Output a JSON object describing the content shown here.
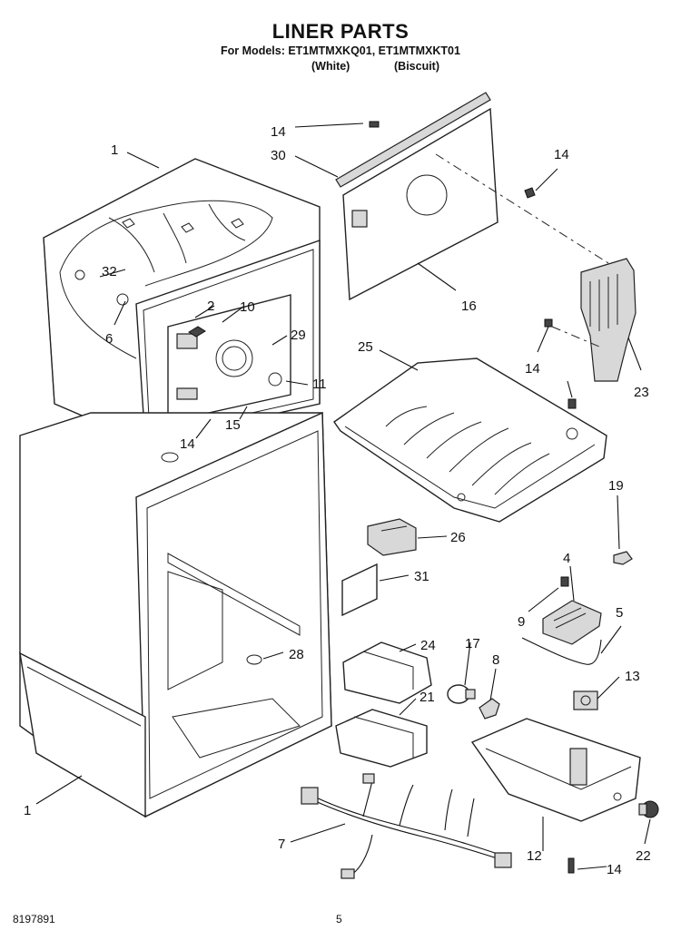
{
  "header": {
    "title": "LINER PARTS",
    "models": "For Models: ET1MTMXKQ01, ET1MTMXKT01",
    "color_white": "(White)",
    "color_biscuit": "(Biscuit)"
  },
  "footer": {
    "doc_number": "8197891",
    "page_number": "5"
  },
  "callouts": {
    "c1_top": "1",
    "c1_bottom": "1",
    "c2": "2",
    "c4": "4",
    "c5": "5",
    "c6": "6",
    "c7": "7",
    "c8": "8",
    "c9": "9",
    "c10": "10",
    "c11": "11",
    "c12": "12",
    "c13": "13",
    "c14_a": "14",
    "c14_b": "14",
    "c14_c": "14",
    "c14_d": "14",
    "c14_e": "14",
    "c15": "15",
    "c16": "16",
    "c17": "17",
    "c19": "19",
    "c21": "21",
    "c22": "22",
    "c23": "23",
    "c24": "24",
    "c25": "25",
    "c26": "26",
    "c28": "28",
    "c29": "29",
    "c30": "30",
    "c31": "31",
    "c32": "32"
  }
}
